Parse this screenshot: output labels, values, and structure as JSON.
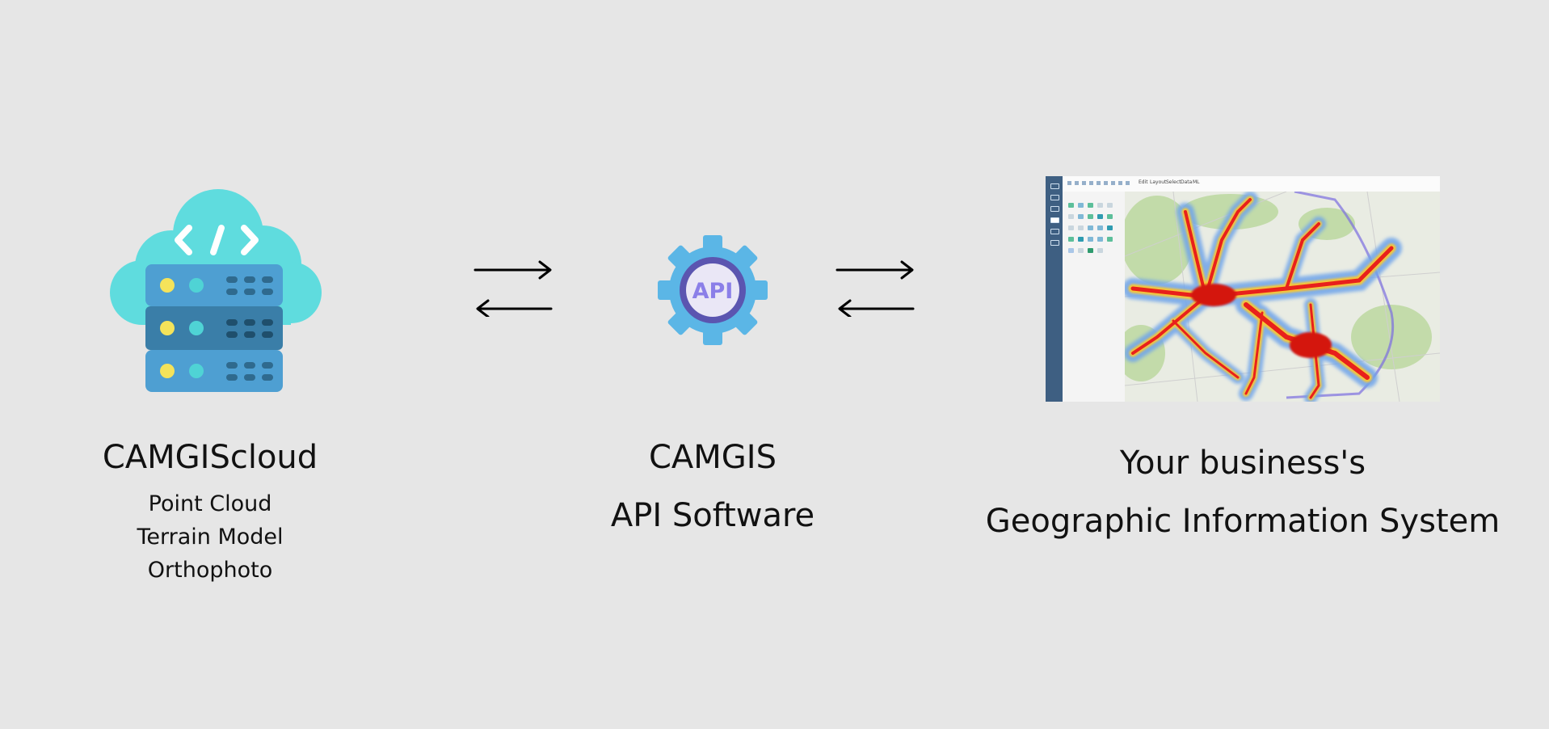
{
  "left_block": {
    "icon": "cloud-server-icon",
    "code_symbol": "</>",
    "title": "CAMGIScloud",
    "items": [
      "Point Cloud",
      "Terrain Model",
      "Orthophoto"
    ]
  },
  "center_block": {
    "icon": "api-gear-icon",
    "gear_text": "API",
    "title": "CAMGIS",
    "subtitle": "API Software"
  },
  "right_block": {
    "image": "gis-heatmap-screenshot",
    "title_line1": "Your business's",
    "title_line2": "Geographic Information System",
    "menu": [
      "Edit",
      "Layout",
      "Select",
      "Data",
      "ML"
    ]
  },
  "arrows": [
    "bidirectional-arrows-icon",
    "bidirectional-arrows-icon"
  ],
  "colors": {
    "background": "#e6e6e6",
    "cloud": "#5fdcde",
    "server_light": "#4e9fd2",
    "server_dark": "#3a7ea8",
    "gear": "#5bb6e6",
    "gear_ring": "#5b55b0",
    "gear_text": "#8b7fe8",
    "gis_sidebar": "#3e5f82"
  }
}
